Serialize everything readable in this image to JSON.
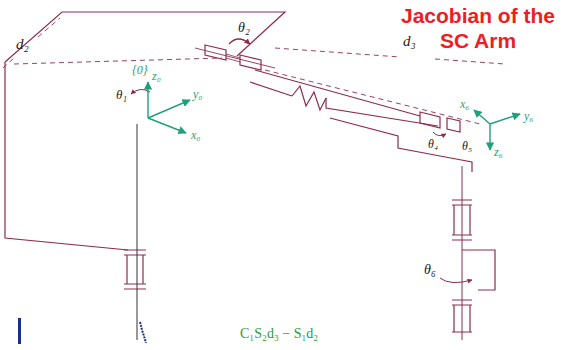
{
  "diagram": {
    "title": "Jacobian of the SC Arm",
    "labels": [
      "d₂",
      "θ₂",
      "d₃",
      "{0}",
      "z₀",
      "θ₁",
      "y₀",
      "x₀",
      "x₆",
      "y₆",
      "θ₄",
      "θ₅",
      "z₆",
      "θ₆",
      "C₁S₂d₃ − S₁d₂"
    ]
  }
}
